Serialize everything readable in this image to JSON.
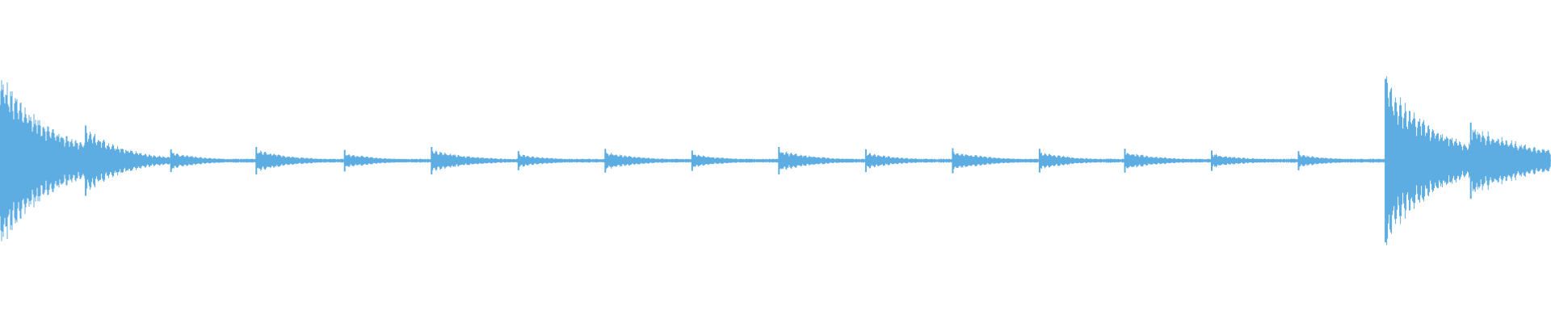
{
  "waveform": {
    "color": "#5dade2",
    "background": "#ffffff",
    "segments": [
      {
        "start": 0.0,
        "end": 0.055,
        "amp": 0.29,
        "decay": 0.4
      },
      {
        "start": 0.055,
        "end": 0.11,
        "amp": 0.11,
        "decay": 0.55
      },
      {
        "start": 0.11,
        "end": 0.165,
        "amp": 0.028,
        "decay": 0.6
      },
      {
        "start": 0.165,
        "end": 0.222,
        "amp": 0.036,
        "decay": 0.55
      },
      {
        "start": 0.222,
        "end": 0.278,
        "amp": 0.026,
        "decay": 0.6
      },
      {
        "start": 0.278,
        "end": 0.334,
        "amp": 0.036,
        "decay": 0.5
      },
      {
        "start": 0.334,
        "end": 0.39,
        "amp": 0.022,
        "decay": 0.6
      },
      {
        "start": 0.39,
        "end": 0.446,
        "amp": 0.03,
        "decay": 0.55
      },
      {
        "start": 0.446,
        "end": 0.502,
        "amp": 0.024,
        "decay": 0.6
      },
      {
        "start": 0.502,
        "end": 0.558,
        "amp": 0.036,
        "decay": 0.55
      },
      {
        "start": 0.558,
        "end": 0.614,
        "amp": 0.028,
        "decay": 0.6
      },
      {
        "start": 0.614,
        "end": 0.67,
        "amp": 0.032,
        "decay": 0.55
      },
      {
        "start": 0.67,
        "end": 0.725,
        "amp": 0.03,
        "decay": 0.6
      },
      {
        "start": 0.725,
        "end": 0.781,
        "amp": 0.03,
        "decay": 0.55
      },
      {
        "start": 0.781,
        "end": 0.837,
        "amp": 0.024,
        "decay": 0.6
      },
      {
        "start": 0.837,
        "end": 0.893,
        "amp": 0.022,
        "decay": 0.6
      },
      {
        "start": 0.893,
        "end": 0.948,
        "amp": 0.27,
        "decay": 0.4
      },
      {
        "start": 0.948,
        "end": 1.0,
        "amp": 0.12,
        "decay": 0.3
      }
    ]
  }
}
